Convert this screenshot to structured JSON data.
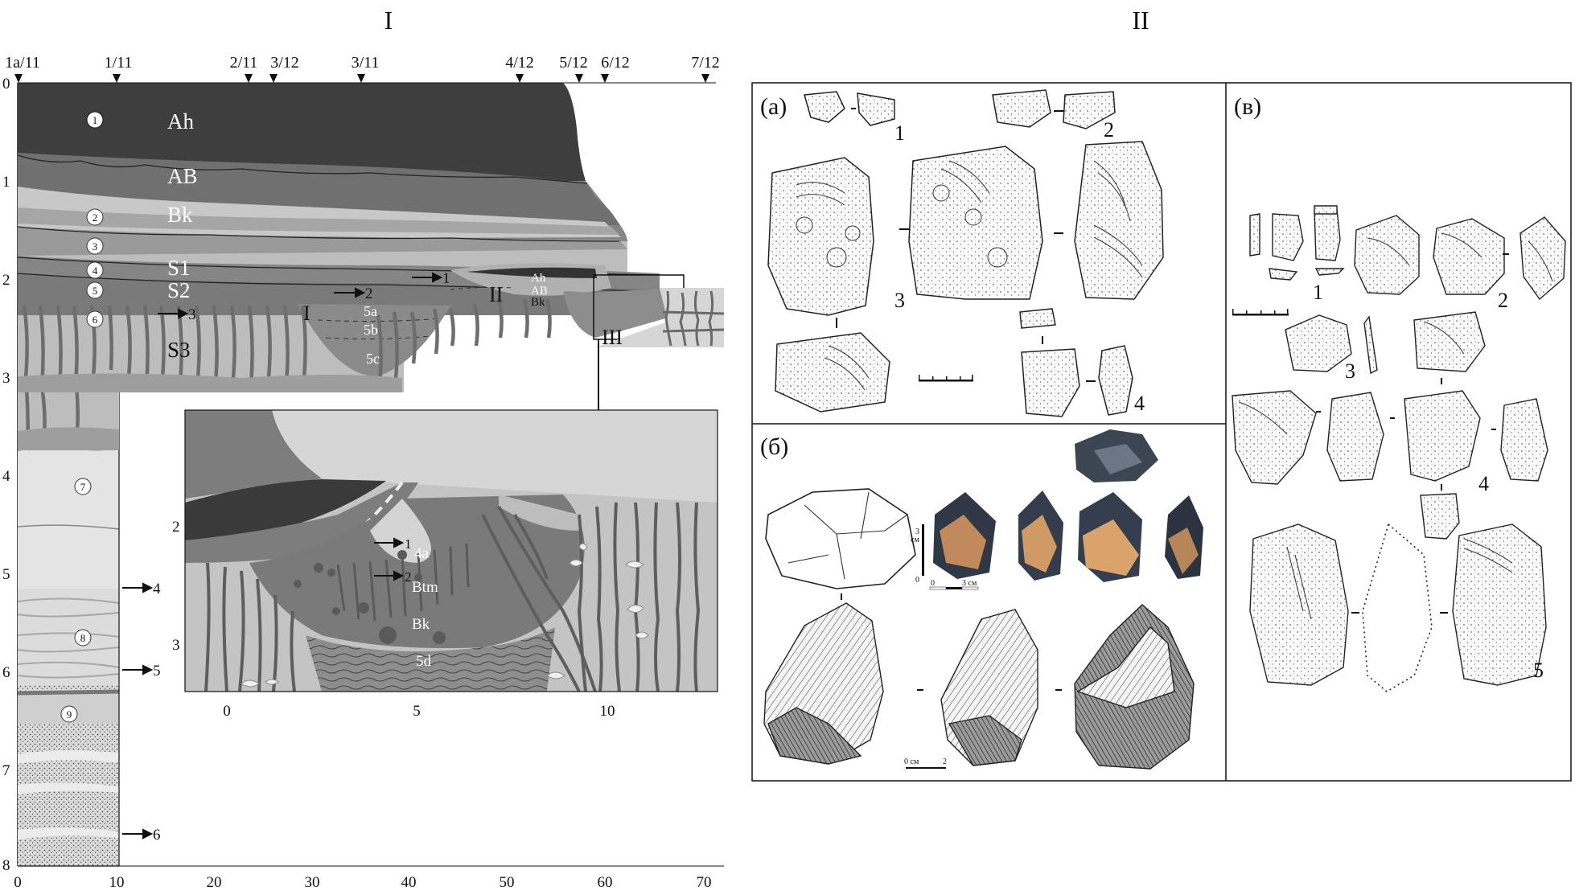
{
  "part_titles": {
    "left": "I",
    "right": "II"
  },
  "profile": {
    "top_markers": [
      "1a/11",
      "1/11",
      "2/11",
      "3/12",
      "3/11",
      "4/12",
      "5/12",
      "6/12",
      "7/12"
    ],
    "depth_ticks": [
      "0",
      "1",
      "2",
      "3",
      "4",
      "5",
      "6",
      "7",
      "8"
    ],
    "x_ticks": [
      "0",
      "10",
      "20",
      "30",
      "40",
      "50",
      "60",
      "70"
    ],
    "horizons": [
      "Ah",
      "AB",
      "Bk",
      "S1",
      "S2",
      "S3"
    ],
    "layer_numbers": [
      "1",
      "2",
      "3",
      "4",
      "5",
      "6",
      "7",
      "8",
      "9"
    ],
    "pit_labels": [
      "I",
      "II",
      "III"
    ],
    "pit_sublayers": [
      "5a",
      "5b",
      "5c"
    ],
    "pit_II_horizons": [
      "Ah",
      "AB",
      "Bk"
    ],
    "arrow_labels": [
      "1",
      "2",
      "3",
      "4",
      "5",
      "6"
    ]
  },
  "inset": {
    "x_ticks": [
      "0",
      "5",
      "10"
    ],
    "y_ticks": [
      "2",
      "3"
    ],
    "labels": [
      "4a",
      "Btm",
      "Bk",
      "5d"
    ],
    "arrow_labels": [
      "1",
      "2"
    ]
  },
  "panels": {
    "a": {
      "label": "(a)",
      "numbers": [
        "1",
        "2",
        "3",
        "4"
      ]
    },
    "b": {
      "label": "(б)",
      "scale_labels": [
        "3",
        "см",
        "0",
        "0",
        "3 см",
        "0 см",
        "2"
      ]
    },
    "v": {
      "label": "(в)",
      "numbers": [
        "1",
        "2",
        "3",
        "4",
        "5"
      ]
    }
  },
  "colors": {
    "ah": "#3e3e3e",
    "ab": "#707070",
    "bk": "#c8c8c8",
    "s1": "#858585",
    "s2": "#7a7a7a",
    "s3": "#bdbdbd",
    "layer7": "#e4e4e4",
    "layer8": "#dcdcdc",
    "layer9": "#cfcfcf",
    "inset_dark": "#3a3a3a",
    "inset_mid": "#7d7d7d",
    "inset_light": "#c4c4c4",
    "inset_pale": "#dedede"
  }
}
